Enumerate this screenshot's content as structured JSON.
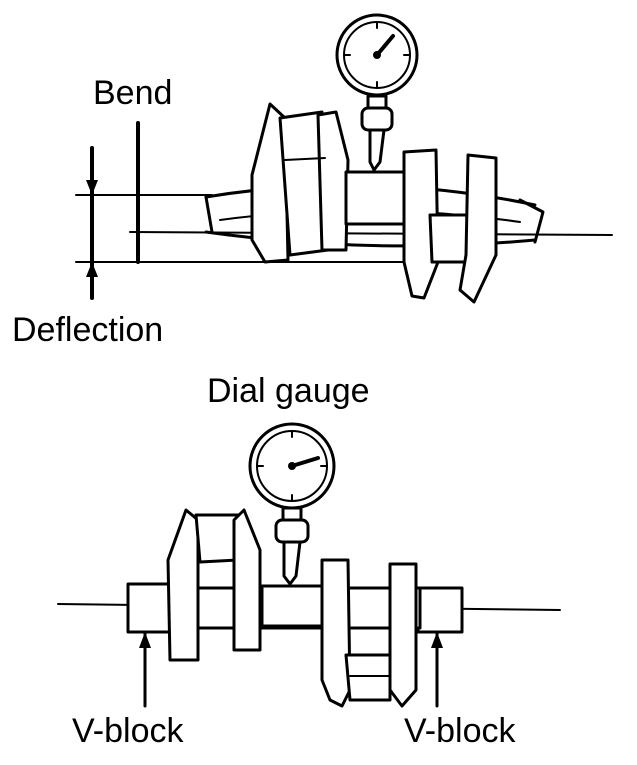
{
  "figure": {
    "colors": {
      "ink": "#000000",
      "paper": "#ffffff"
    },
    "labels": {
      "bend": "Bend",
      "deflection": "Deflection",
      "dial_gauge": "Dial gauge",
      "v_block_left": "V-block",
      "v_block_right": "V-block"
    }
  }
}
